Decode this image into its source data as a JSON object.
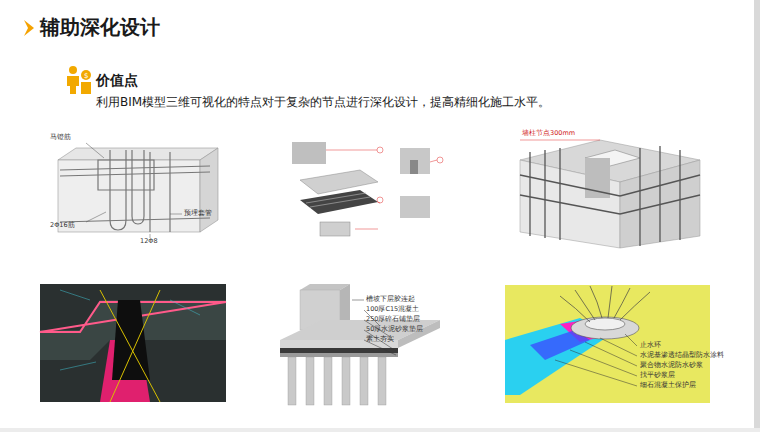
{
  "diagram": {
    "title": "辅助深化设计",
    "labels": [
      "价值点",
      "利用BIM模型三维可视化的特点对于复杂的节点进行深化设计，提高精细化施工水平。",
      "马镫筋",
      "2Φ16筋",
      "预埋套管",
      "12Φ8",
      "墙柱节点300mm",
      "槽坡下层胶连起",
      "100厚C15混凝土",
      "250厚碎石铺垫层",
      "50厚水泥砂浆垫层",
      "素土夯实",
      "止水环",
      "水泥基渗透结晶型防水涂料",
      "聚合物水泥防水砂浆",
      "找平砂浆层",
      "细石混凝土保护层"
    ]
  }
}
